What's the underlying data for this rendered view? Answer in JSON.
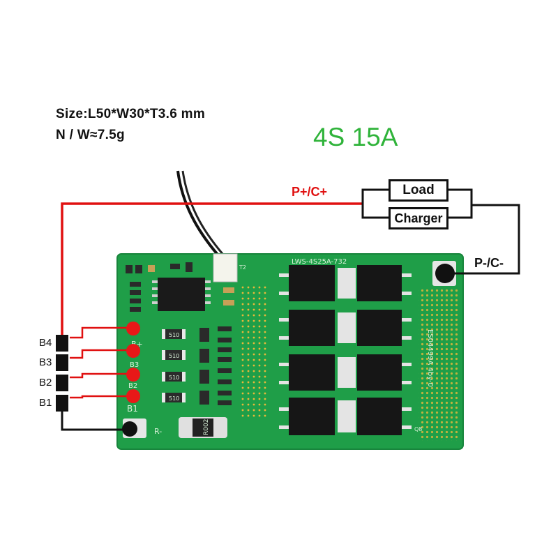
{
  "spec": {
    "size": "Size:L50*W30*T3.6 mm",
    "weight": "N / W≈7.5g"
  },
  "title": "4S 15A",
  "wiring": {
    "positive_label": "P+/C+",
    "negative_label": "P-/C-",
    "load_label": "Load",
    "charger_label": "Charger",
    "balance_labels": [
      "B4",
      "B3",
      "B2",
      "B1"
    ],
    "positive_color": "#e01010",
    "negative_color": "#111111"
  },
  "board": {
    "color": "#1f9e48",
    "silkscreen": {
      "model": "LWS-4S25A-732",
      "b_plus": "B+",
      "b3": "B3",
      "b2": "B2",
      "b1": "B1",
      "r_minus": "R-",
      "serial": "ES04499A 4by-0",
      "t2": "T2",
      "q8": "Q8",
      "shunt": "R002",
      "resistor": "510"
    }
  }
}
